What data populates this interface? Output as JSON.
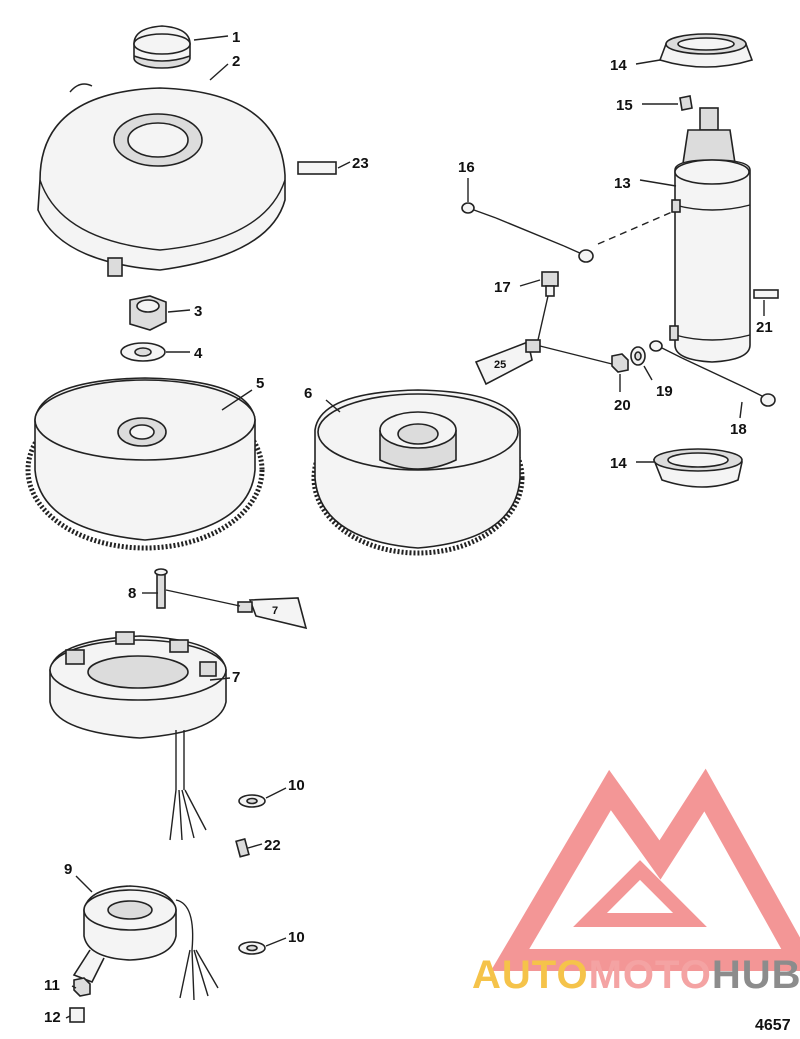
{
  "figure_number": "4657",
  "watermark": {
    "part1": "AUTO",
    "part2": "MOTO",
    "part3": "HUB",
    "colors": {
      "auto": "#f5c34a",
      "moto": "#f4a3a3",
      "hub": "#8c8c8c",
      "logo": "#f28b8b"
    }
  },
  "callouts": [
    {
      "id": "1",
      "text": "1"
    },
    {
      "id": "2",
      "text": "2"
    },
    {
      "id": "3",
      "text": "3"
    },
    {
      "id": "4",
      "text": "4"
    },
    {
      "id": "5",
      "text": "5"
    },
    {
      "id": "6",
      "text": "6"
    },
    {
      "id": "7a",
      "text": "7"
    },
    {
      "id": "8",
      "text": "8"
    },
    {
      "id": "9",
      "text": "9"
    },
    {
      "id": "10a",
      "text": "10"
    },
    {
      "id": "10b",
      "text": "10"
    },
    {
      "id": "11",
      "text": "11"
    },
    {
      "id": "12",
      "text": "12"
    },
    {
      "id": "13",
      "text": "13"
    },
    {
      "id": "14a",
      "text": "14"
    },
    {
      "id": "14b",
      "text": "14"
    },
    {
      "id": "15",
      "text": "15"
    },
    {
      "id": "16",
      "text": "16"
    },
    {
      "id": "17",
      "text": "17"
    },
    {
      "id": "18",
      "text": "18"
    },
    {
      "id": "19",
      "text": "19"
    },
    {
      "id": "20",
      "text": "20"
    },
    {
      "id": "21",
      "text": "21"
    },
    {
      "id": "22",
      "text": "22"
    },
    {
      "id": "23",
      "text": "23"
    }
  ],
  "tubes": {
    "sealant_25": "25",
    "sealant_7": "7"
  }
}
